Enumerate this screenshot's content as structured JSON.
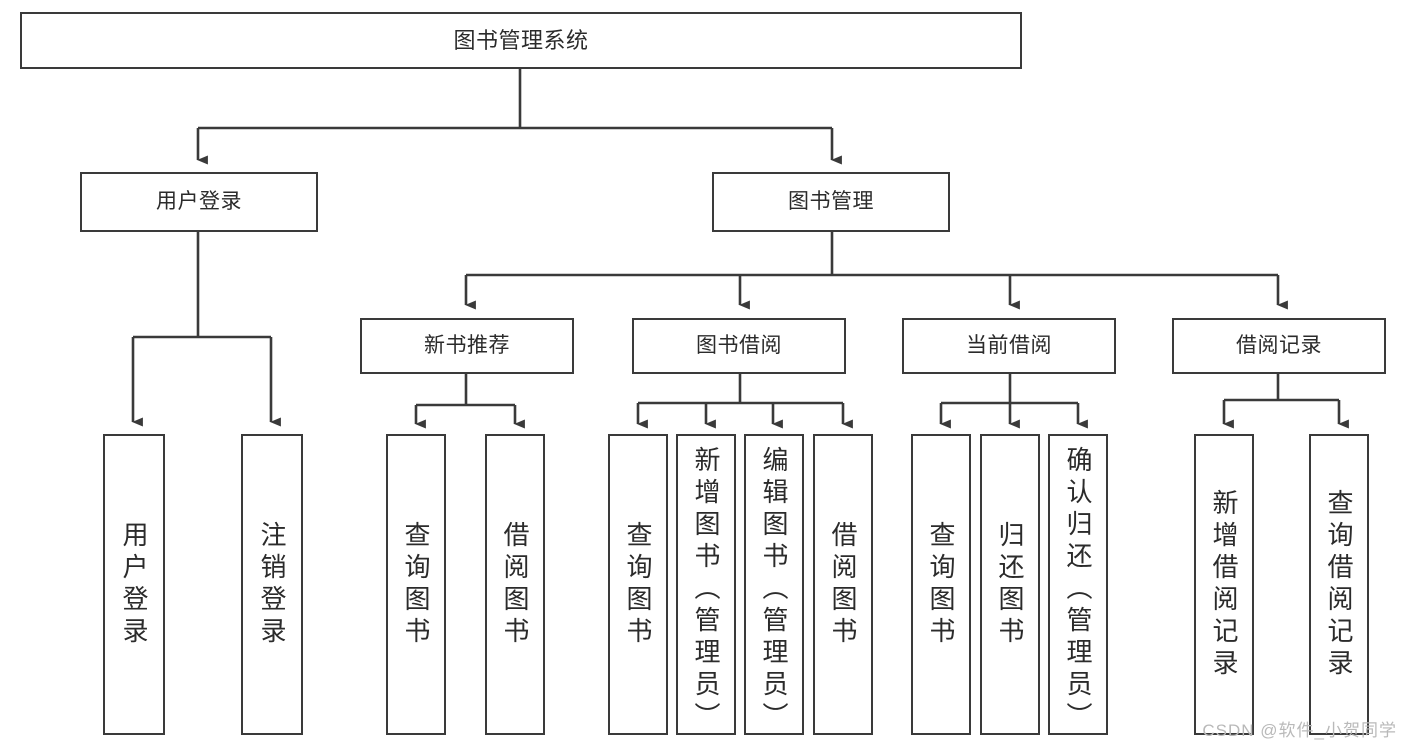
{
  "diagram": {
    "title": "图书管理系统",
    "type": "tree-hierarchy-diagram",
    "background": "#ffffff",
    "line_color": "#3a3a3a",
    "text_color": "#2b2b2b",
    "watermark": "CSDN @软件_小贺同学"
  },
  "nodes": {
    "root": {
      "label": "图书管理系统"
    },
    "level2": [
      {
        "id": "user-login",
        "label": "用户登录"
      },
      {
        "id": "book-manage",
        "label": "图书管理"
      }
    ],
    "level3": [
      {
        "id": "new-book-recommend",
        "label": "新书推荐"
      },
      {
        "id": "book-borrow",
        "label": "图书借阅"
      },
      {
        "id": "current-borrow",
        "label": "当前借阅"
      },
      {
        "id": "borrow-record",
        "label": "借阅记录"
      }
    ],
    "leaves": [
      {
        "id": "leaf-user-login",
        "label": "用户登录",
        "parent": "user-login"
      },
      {
        "id": "leaf-logout-login",
        "label": "注销登录",
        "parent": "user-login"
      },
      {
        "id": "leaf-query-book-1",
        "label": "查询图书",
        "parent": "new-book-recommend"
      },
      {
        "id": "leaf-borrow-book-1",
        "label": "借阅图书",
        "parent": "new-book-recommend"
      },
      {
        "id": "leaf-query-book-2",
        "label": "查询图书",
        "parent": "book-borrow"
      },
      {
        "id": "leaf-add-book",
        "label": "新增图书（管理员）",
        "parent": "book-borrow"
      },
      {
        "id": "leaf-edit-book",
        "label": "编辑图书（管理员）",
        "parent": "book-borrow"
      },
      {
        "id": "leaf-borrow-book-2",
        "label": "借阅图书",
        "parent": "book-borrow"
      },
      {
        "id": "leaf-query-book-3",
        "label": "查询图书",
        "parent": "current-borrow"
      },
      {
        "id": "leaf-return-book",
        "label": "归还图书",
        "parent": "current-borrow"
      },
      {
        "id": "leaf-confirm-return",
        "label": "确认归还（管理员）",
        "parent": "current-borrow"
      },
      {
        "id": "leaf-add-borrow-record",
        "label": "新增借阅记录",
        "parent": "borrow-record"
      },
      {
        "id": "leaf-query-borrow-record",
        "label": "查询借阅记录",
        "parent": "borrow-record"
      }
    ]
  }
}
